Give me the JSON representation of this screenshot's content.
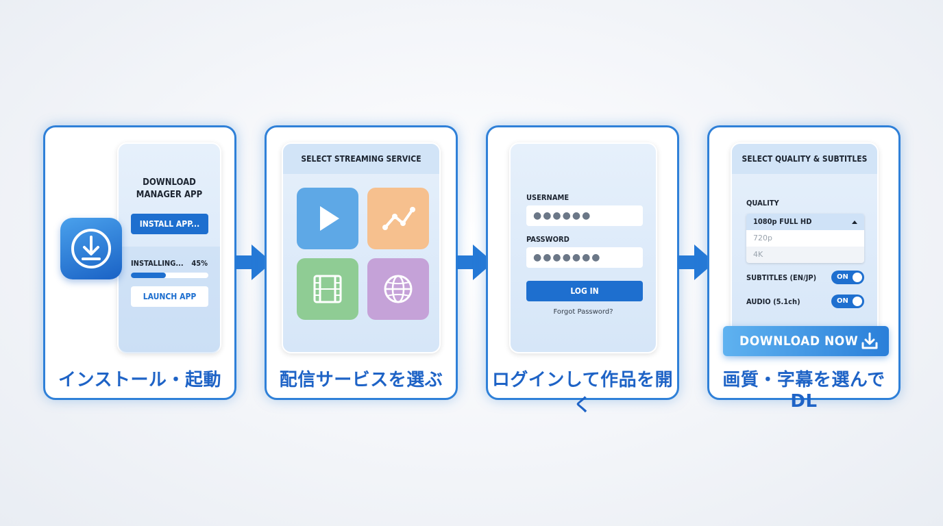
{
  "steps": [
    {
      "caption": "インストール・起動",
      "app_title_line1": "DOWNLOAD",
      "app_title_line2": "MANAGER APP",
      "install_button": "INSTALL APP...",
      "progress_label": "INSTALLING...",
      "progress_percent_text": "45%",
      "progress_fraction": 0.45,
      "launch_button": "LAUNCH APP",
      "icon": "download-icon"
    },
    {
      "caption": "配信サービスを選ぶ",
      "header": "SELECT STREAMING SERVICE",
      "tiles": [
        {
          "icon": "play-icon",
          "color": "#5ea8e6"
        },
        {
          "icon": "chart-line-icon",
          "color": "#f6c08e"
        },
        {
          "icon": "film-icon",
          "color": "#8fcc94"
        },
        {
          "icon": "globe-icon",
          "color": "#c5a2d8"
        }
      ]
    },
    {
      "caption": "ログインして作品を開く",
      "username_label": "USERNAME",
      "username_value": "●●●●●●",
      "password_label": "PASSWORD",
      "password_value": "●●●●●●●",
      "login_button": "LOG IN",
      "forgot_link": "Forgot Password?"
    },
    {
      "caption": "画質・字幕を選んでDL",
      "header": "SELECT QUALITY & SUBTITLES",
      "quality_label": "QUALITY",
      "quality_selected": "1080p FULL HD",
      "quality_options": [
        "720p",
        "4K"
      ],
      "subtitles_label": "SUBTITLES (EN/JP)",
      "subtitles_toggle": "ON",
      "audio_label": "AUDIO (5.1ch)",
      "audio_toggle": "ON",
      "download_button": "DOWNLOAD NOW"
    }
  ],
  "colors": {
    "accent": "#2f80d8",
    "button": "#1e6fcf",
    "caption": "#1e63c6"
  }
}
